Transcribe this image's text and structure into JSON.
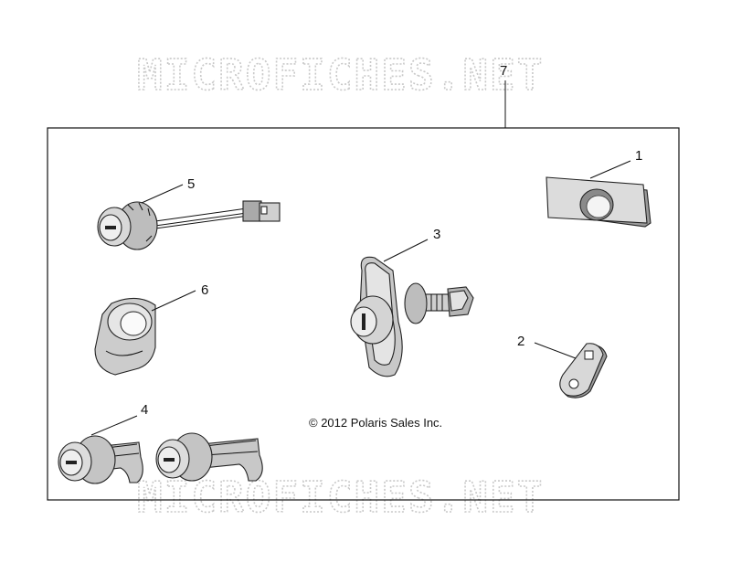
{
  "watermark": "MICROFICHES.NET",
  "copyright": "© 2012 Polaris Sales Inc.",
  "callouts": {
    "assembly": "7",
    "bezel": "1",
    "cam": "2",
    "t_handle_lock": "3",
    "cam_locks": "4",
    "ignition_switch": "5",
    "cover": "6"
  }
}
